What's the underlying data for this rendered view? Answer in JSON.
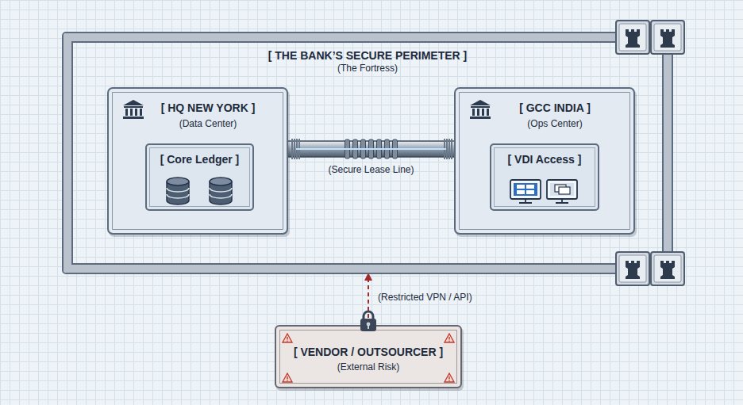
{
  "diagram": {
    "nodes": [
      {
        "text": [
          "[ THE BANK’S SECURE PERIMETER ]",
          "(The Fortress)"
        ]
      },
      {
        "text": [
          "[ HQ NEW YORK ]",
          "(Data Center)"
        ],
        "in": 0
      },
      {
        "text": [
          "[ Core Ledger ]"
        ],
        "in": 1
      },
      {
        "text": [
          "[ GCC INDIA ]",
          "(Ops Center)"
        ],
        "in": 0
      },
      {
        "text": [
          "[ VDI Access ]"
        ],
        "in": 3
      },
      {
        "text": [
          "[ VENDOR / OUTSOURCER ]",
          "(External Risk)"
        ]
      }
    ],
    "edges": [
      {
        "from": 1,
        "to": 3,
        "arrow": "none",
        "label": "(Secure Lease Line)"
      },
      {
        "from": 5,
        "to": 0,
        "arrow": "to",
        "label": "(Restricted VPN / API)"
      }
    ]
  }
}
